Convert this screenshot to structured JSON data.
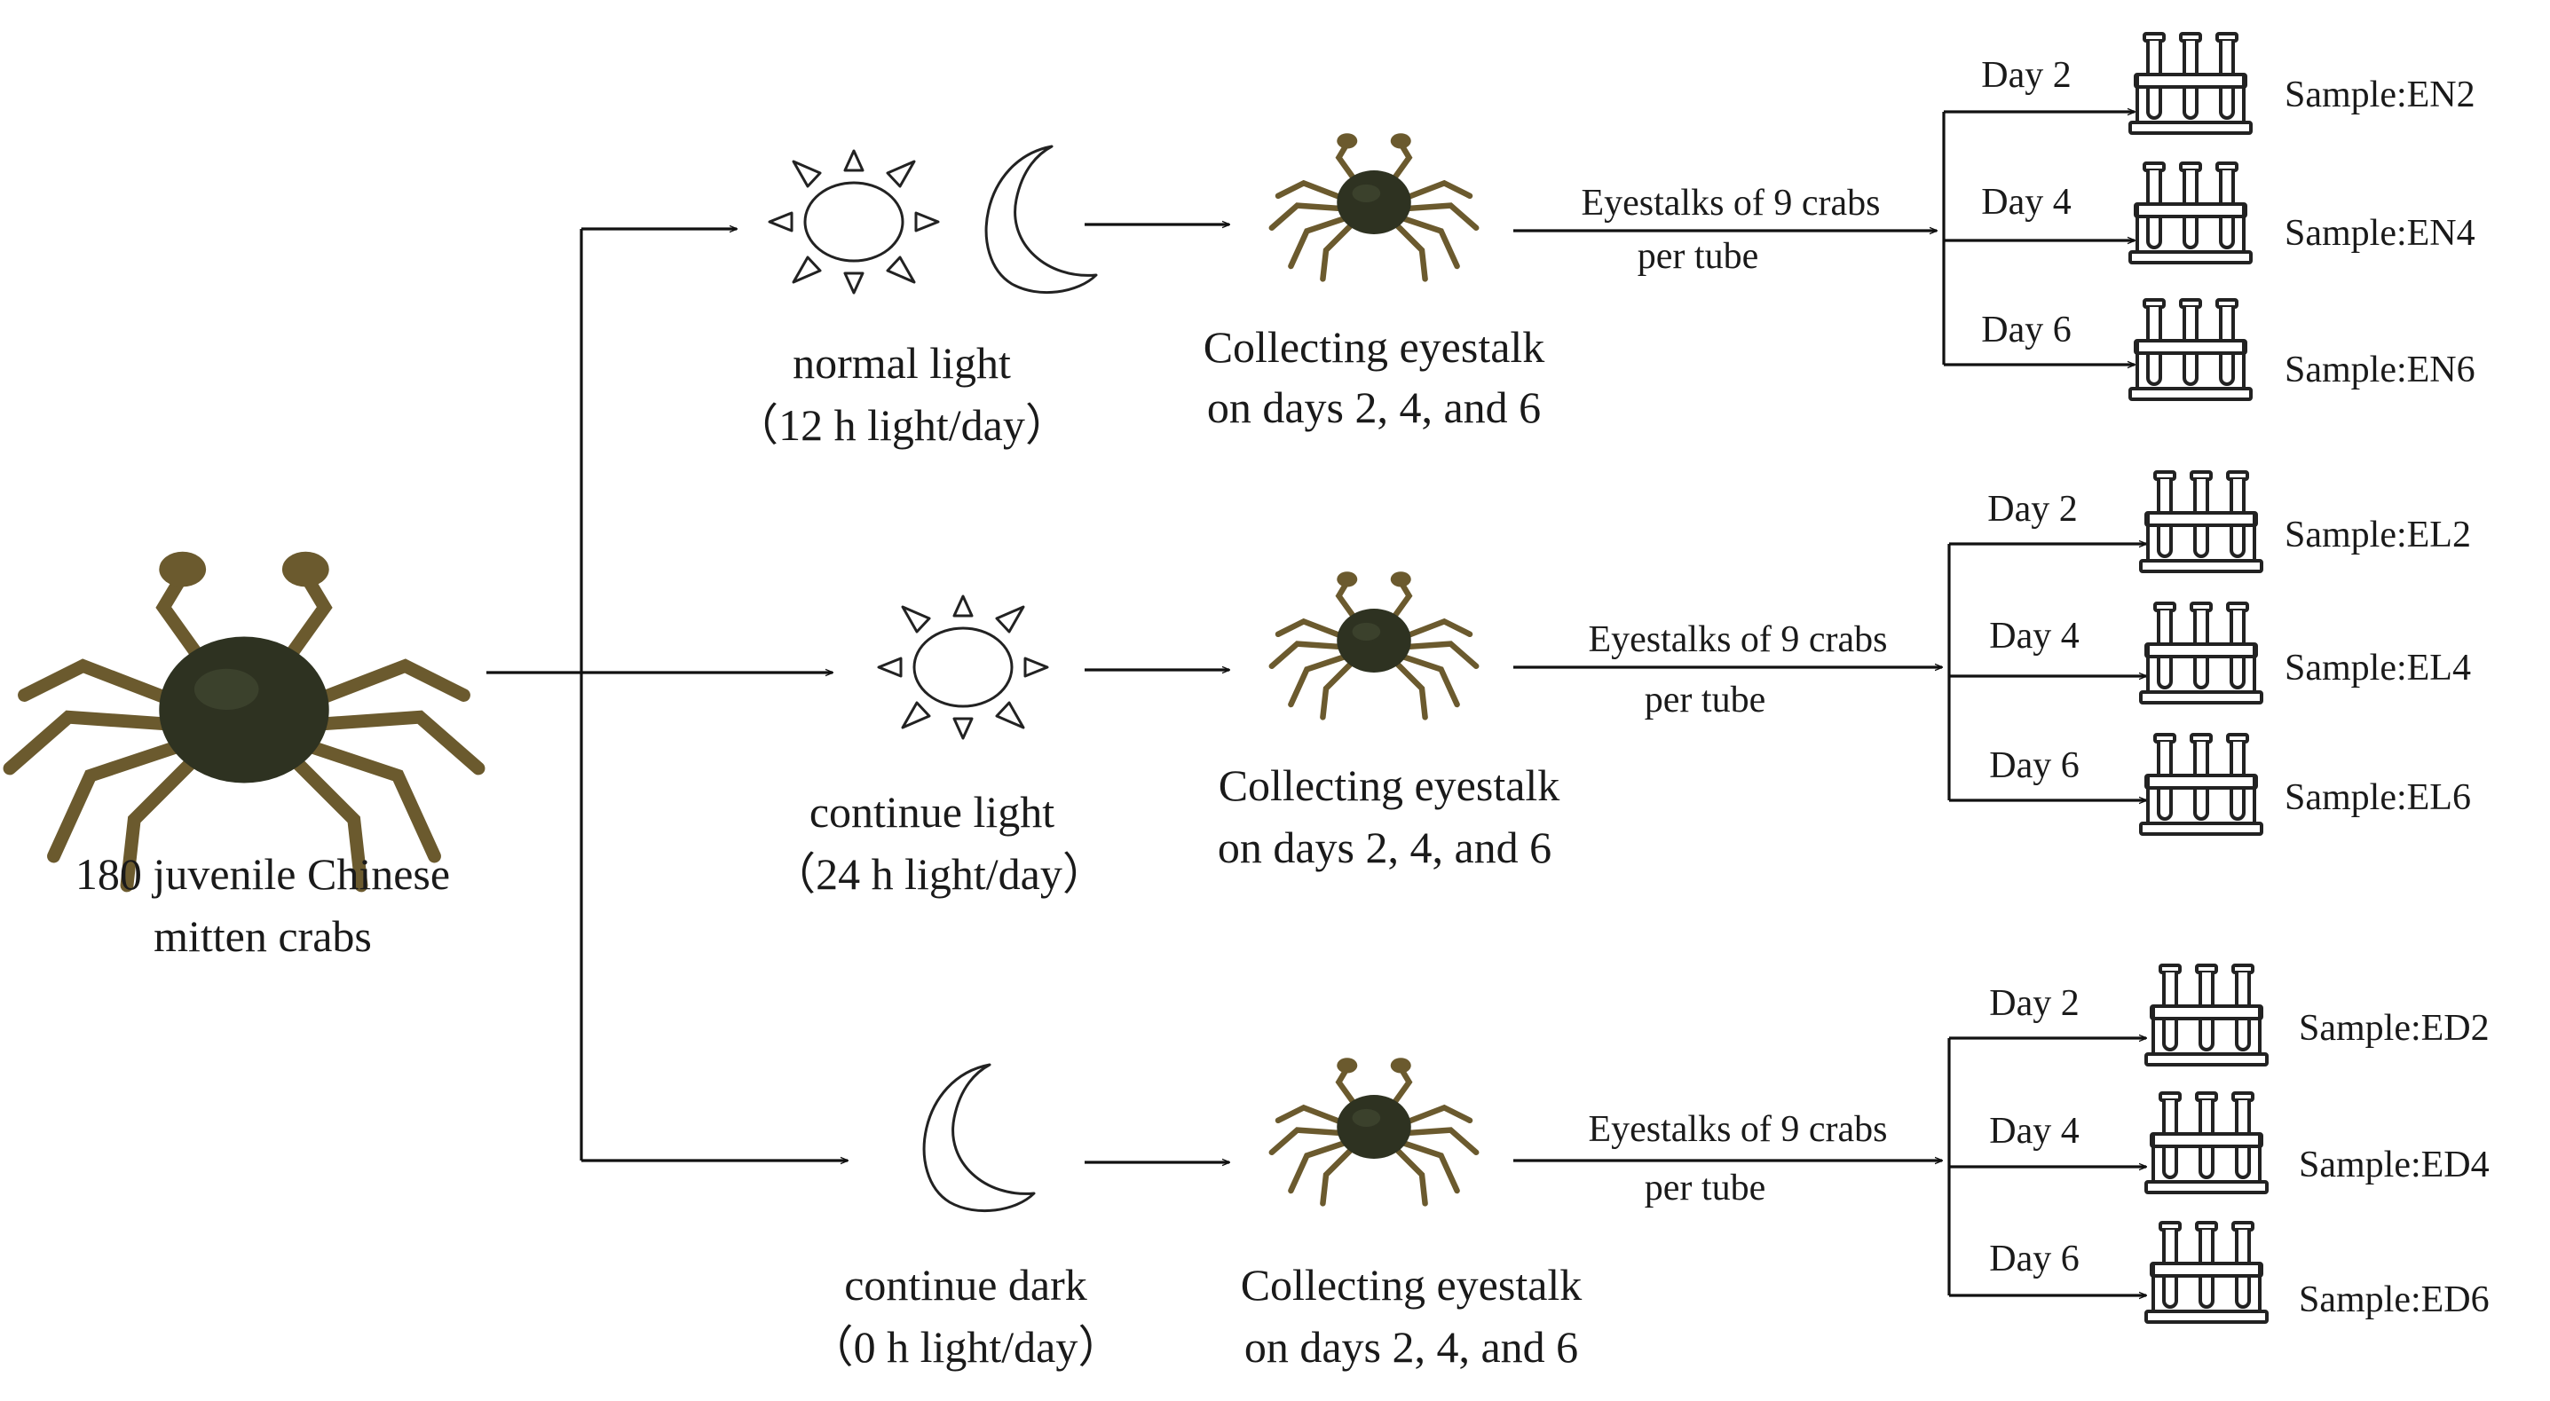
{
  "source": {
    "line1": "180  juvenile Chinese",
    "line2": "mitten crabs"
  },
  "branches": [
    {
      "id": "normal",
      "condition_name": "normal light",
      "condition_detail": "（12 h light/day）",
      "icons": [
        "sun-icon",
        "moon-icon"
      ],
      "collect_line1": "Collecting eyestalk",
      "collect_line2": "on days 2, 4, and 6",
      "transfer_line1": "Eyestalks of 9 crabs",
      "transfer_line2": "per tube",
      "samples": [
        {
          "day": "Day 2",
          "label": "Sample:EN2"
        },
        {
          "day": "Day 4",
          "label": "Sample:EN4"
        },
        {
          "day": "Day 6",
          "label": "Sample:EN6"
        }
      ]
    },
    {
      "id": "light",
      "condition_name": "continue light",
      "condition_detail": "（24 h light/day）",
      "icons": [
        "sun-icon"
      ],
      "collect_line1": "Collecting eyestalk",
      "collect_line2": "on days 2, 4, and 6",
      "transfer_line1": "Eyestalks of 9 crabs",
      "transfer_line2": "per tube",
      "samples": [
        {
          "day": "Day 2",
          "label": "Sample:EL2"
        },
        {
          "day": "Day 4",
          "label": "Sample:EL4"
        },
        {
          "day": "Day 6",
          "label": "Sample:EL6"
        }
      ]
    },
    {
      "id": "dark",
      "condition_name": "continue dark",
      "condition_detail": "（0 h light/day）",
      "icons": [
        "moon-icon"
      ],
      "collect_line1": "Collecting eyestalk",
      "collect_line2": "on days 2, 4, and 6",
      "transfer_line1": "Eyestalks of 9 crabs",
      "transfer_line2": "per tube",
      "samples": [
        {
          "day": "Day 2",
          "label": "Sample:ED2"
        },
        {
          "day": "Day 4",
          "label": "Sample:ED4"
        },
        {
          "day": "Day 6",
          "label": "Sample:ED6"
        }
      ]
    }
  ],
  "colors": {
    "crab_shell": "#2e3221",
    "crab_legs": "#6b5a2e",
    "lines": "#111111"
  }
}
